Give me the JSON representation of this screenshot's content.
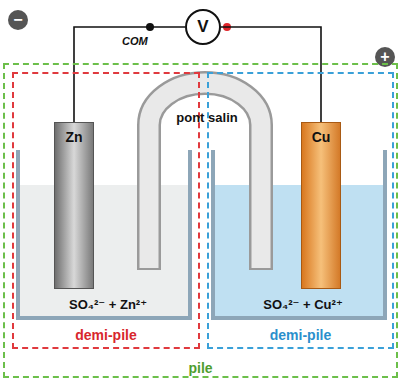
{
  "diagram": {
    "nodes": [
      {
        "text": [
          "−"
        ]
      },
      {
        "text": [
          "V"
        ]
      },
      {
        "text": [
          "+"
        ]
      },
      {
        "text": [
          "pile"
        ]
      },
      {
        "text": [
          "demi-pile"
        ],
        "in": 3
      },
      {
        "text": [
          "Zn"
        ],
        "in": 4
      },
      {
        "text": [
          "SO₄²⁻ + Zn²⁺"
        ],
        "in": 4
      },
      {
        "text": [
          "pont salin"
        ],
        "in": 3
      },
      {
        "text": [
          "demi-pile"
        ],
        "in": 3
      },
      {
        "text": [
          "Cu"
        ],
        "in": 8
      },
      {
        "text": [
          "SO₄²⁻ + Cu²⁺"
        ],
        "in": 8
      }
    ],
    "edges": [
      {
        "from": 1,
        "to": 5,
        "arrow": "none"
      },
      {
        "from": 1,
        "to": 9,
        "arrow": "none"
      }
    ],
    "labels": [
      "COM"
    ]
  }
}
